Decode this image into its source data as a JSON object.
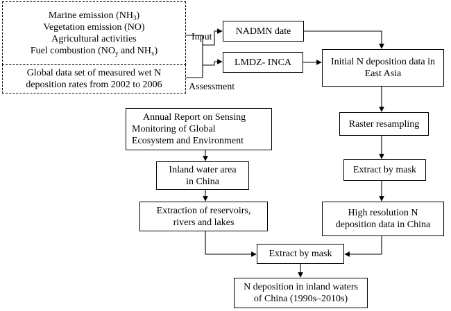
{
  "inputs_box": {
    "lines": [
      {
        "text": "Marine emission (NH",
        "sub": "3",
        "tail": ")"
      },
      {
        "text": "Vegetation emission (NO)",
        "sub": "",
        "tail": ""
      },
      {
        "text": "Agricultural activities",
        "sub": "",
        "tail": ""
      },
      {
        "text": "Fuel combustion (NO",
        "sub": "y",
        "mid": " and NH",
        "sub2": "x",
        "tail": ")"
      }
    ]
  },
  "global_box": {
    "lines": [
      "Global data set of measured wet N",
      "deposition rates from 2002 to 2006"
    ]
  },
  "edge_labels": {
    "input": "Input",
    "assessment": "Assessment"
  },
  "nadmn_box": {
    "lines": [
      "NADMN date"
    ]
  },
  "lmdz_box": {
    "lines": [
      "LMDZ- INCA"
    ]
  },
  "initial_box": {
    "lines": [
      "Initial N deposition data in",
      "East Asia"
    ]
  },
  "raster_box": {
    "lines": [
      "Raster resampling"
    ]
  },
  "extract_mask_right_box": {
    "lines": [
      "Extract by mask"
    ]
  },
  "high_res_box": {
    "lines": [
      "High resolution N",
      "deposition data in China"
    ]
  },
  "annual_report_box": {
    "lines": [
      "Annual Report on Sensing",
      "Monitoring of Global",
      "Ecosystem and Environment"
    ]
  },
  "inland_water_box": {
    "lines": [
      "Inland water area",
      "in China"
    ]
  },
  "extraction_box": {
    "lines": [
      "Extraction of reservoirs,",
      "rivers and lakes"
    ]
  },
  "extract_mask_bottom_box": {
    "lines": [
      "Extract by mask"
    ]
  },
  "result_box": {
    "lines": [
      "N deposition in inland waters",
      "of China (1990s–2010s)"
    ]
  }
}
